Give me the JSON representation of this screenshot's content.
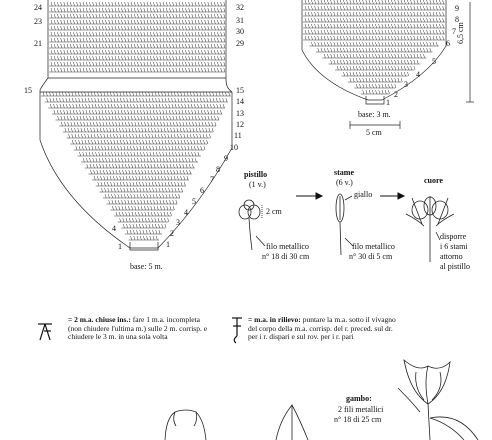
{
  "left_chart": {
    "left_rows": [
      "24",
      "23",
      "21",
      "15",
      "4",
      "1"
    ],
    "right_rows": [
      "32",
      "31",
      "30",
      "29",
      "15",
      "14",
      "13",
      "12",
      "11",
      "10",
      "9",
      "8",
      "7",
      "6",
      "5",
      "4",
      "3",
      "2",
      "1"
    ],
    "base_label": "base: 5 m."
  },
  "right_chart": {
    "right_rows": [
      "9",
      "8",
      "7",
      "6",
      "5",
      "4",
      "3",
      "2",
      "1"
    ],
    "height_label": "6,5 cm",
    "base_label": "base: 3 m.",
    "width_label": "5 cm"
  },
  "parts": {
    "pistil_title": "pistillo",
    "pistil_count": "(1 v.)",
    "pistil_size": "2 cm",
    "pistil_wire": [
      "filo metallico",
      "n° 18 di 30 cm"
    ],
    "stamen_title": "stame",
    "stamen_count": "(6 v.)",
    "stamen_color": "giallo",
    "stamen_wire": [
      "filo metallico",
      "n° 30 di 5 cm"
    ],
    "heart_title": "cuore",
    "heart_note": [
      "disporre",
      "i 6 stami",
      "attorno",
      "al pistillo"
    ]
  },
  "legend": {
    "closed_title": "= 2 m.a. chiuse ins.:",
    "closed_desc": " fare 1 m.a. incompleta (non chiudere l'ultima m.) sulle 2 m. corrisp. e chiudere le 3 m. in una sola volta",
    "relief_title": "= m.a. in rilievo:",
    "relief_desc": " puntare la m.a. sotto il vivagno del corpo della m.a. corrisp. del r. preced. sul dr. per i r. dispari e sul rov. per i r. pari"
  },
  "stem": {
    "title": "gambo:",
    "wire": [
      "2 fili metallici",
      "n° 18 di 25 cm"
    ]
  }
}
